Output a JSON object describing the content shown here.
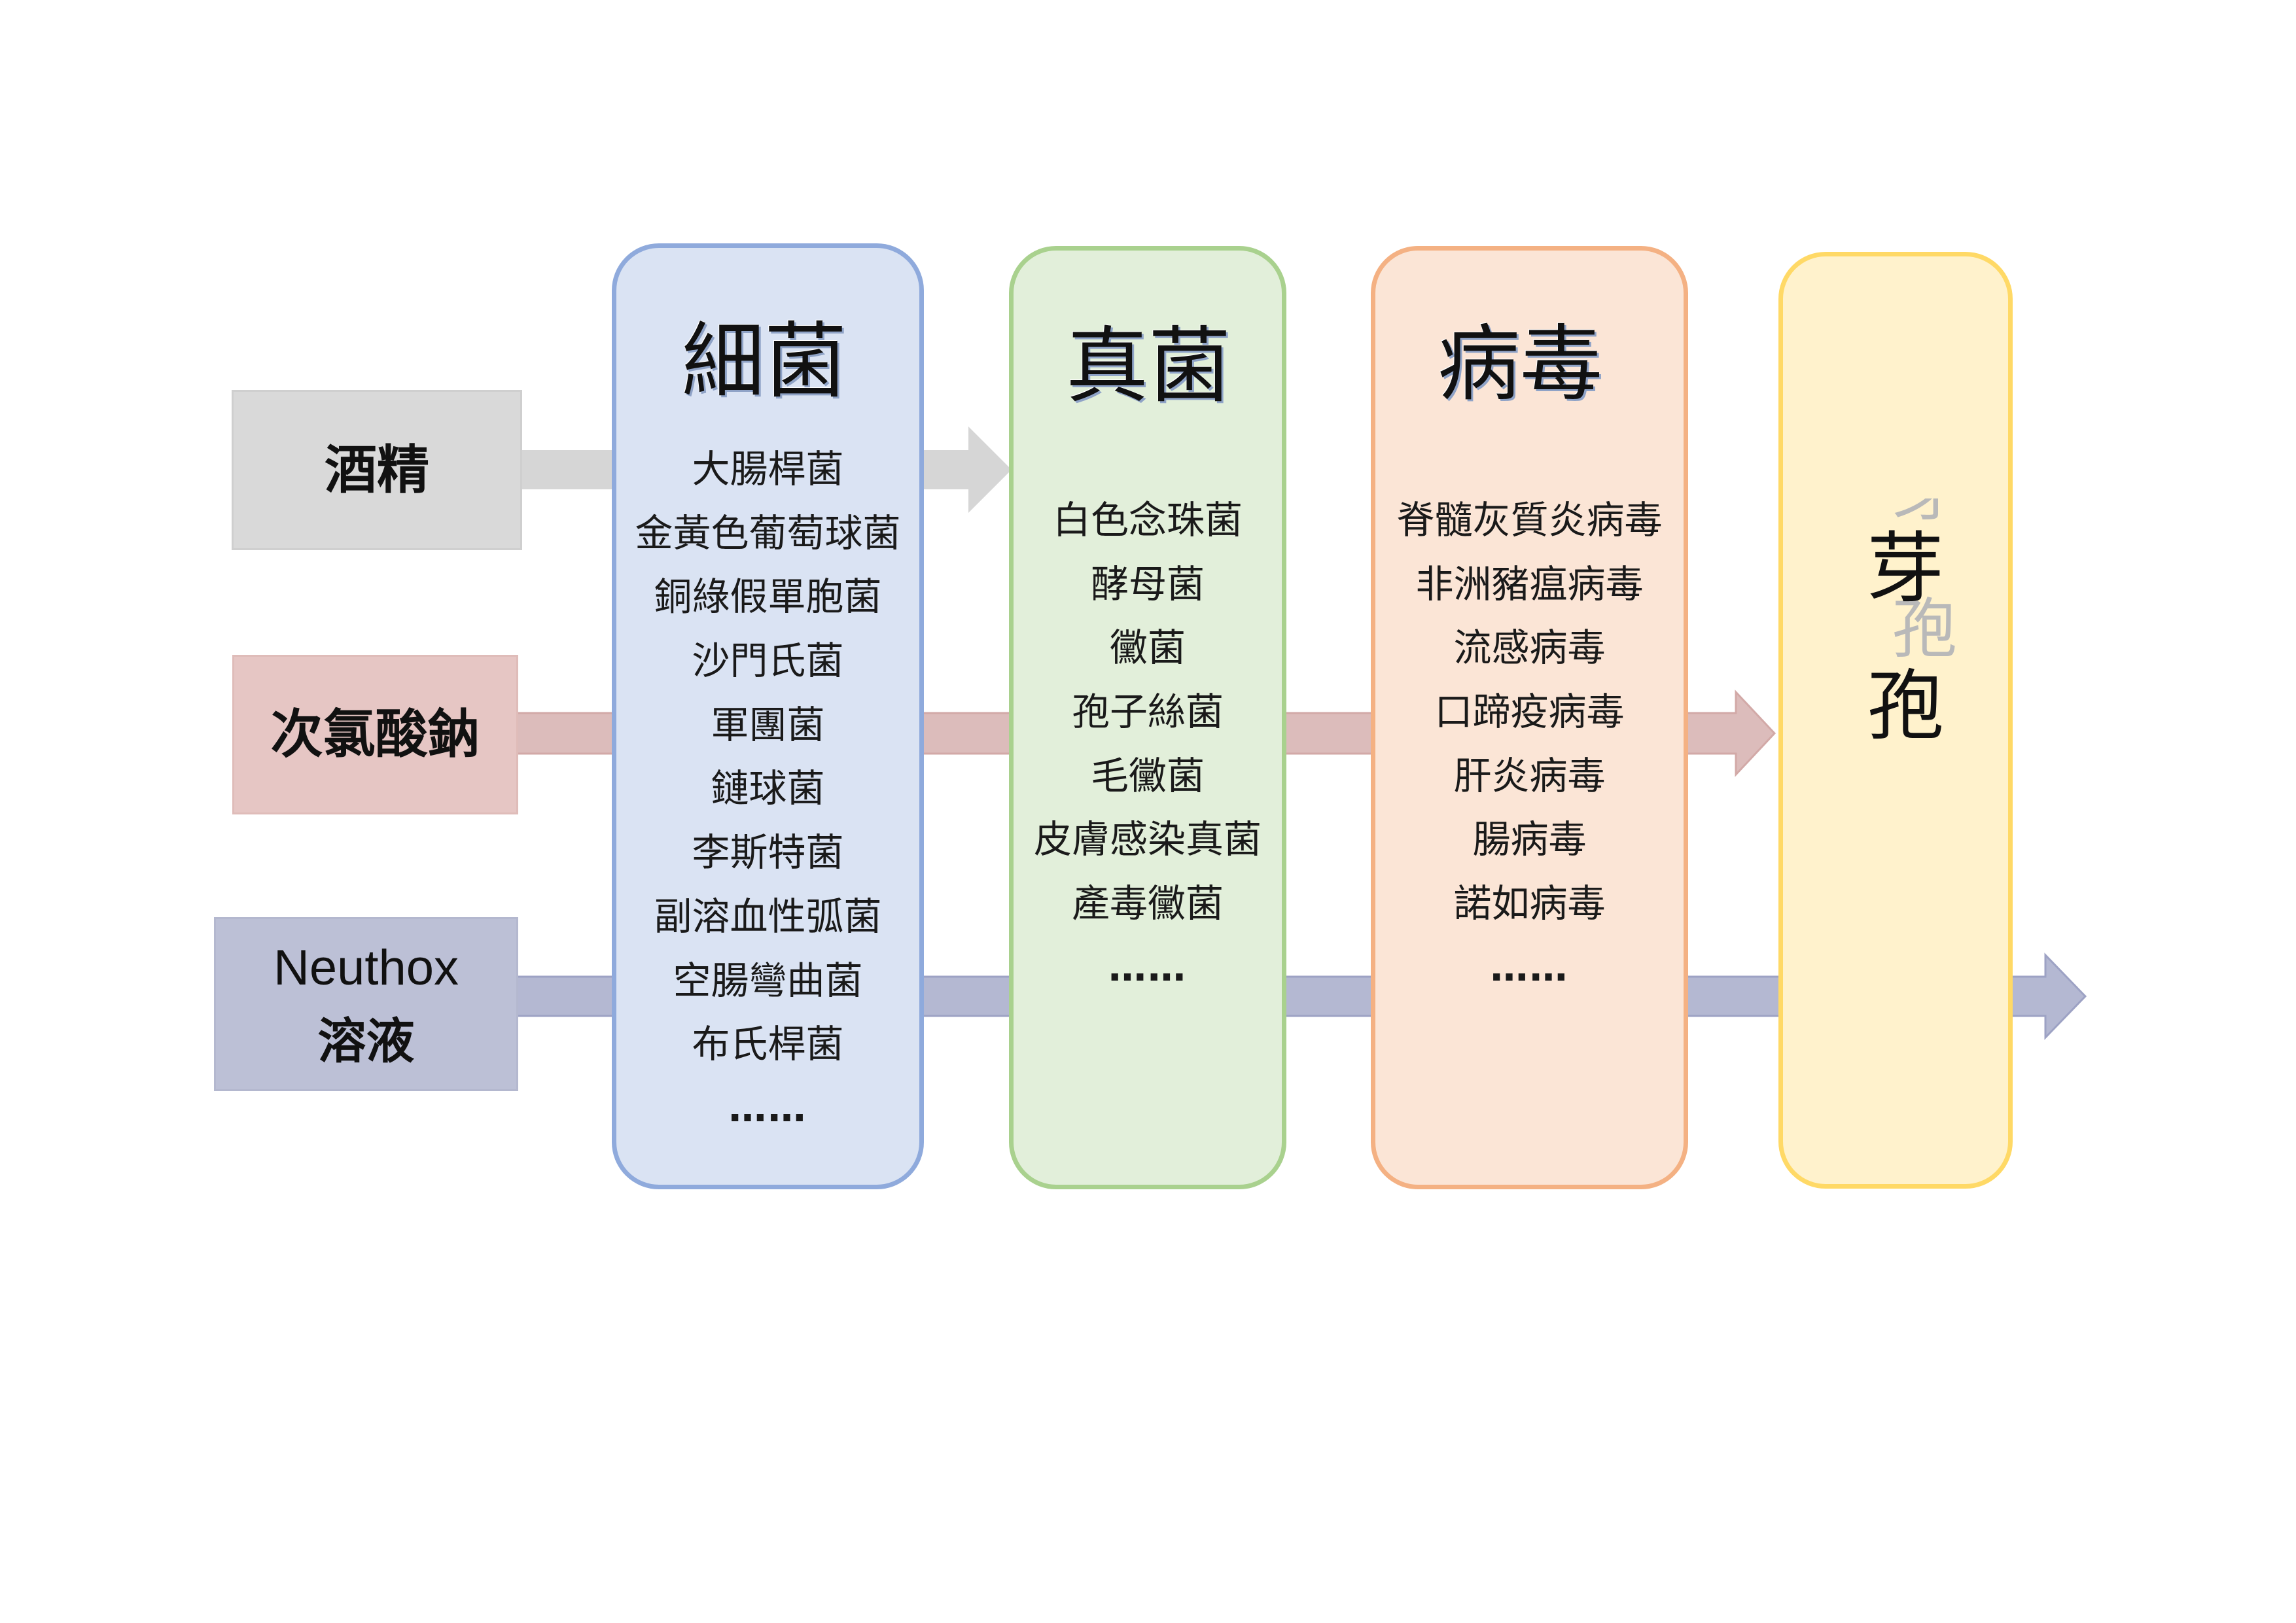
{
  "agents": [
    {
      "label": "酒精",
      "color": "#d9d9d9"
    },
    {
      "label": "次氯酸鈉",
      "color": "#e6c6c4"
    },
    {
      "label_line1": "Neuthox",
      "label_line2": "溶液",
      "color": "#bcc0d6"
    }
  ],
  "categories": [
    {
      "title": "細菌",
      "fill": "#dae3f3",
      "border": "#8faadc",
      "items": [
        "大腸桿菌",
        "金黃色葡萄球菌",
        "銅綠假單胞菌",
        "沙門氏菌",
        "軍團菌",
        "鏈球菌",
        "李斯特菌",
        "副溶血性弧菌",
        "空腸彎曲菌",
        "布氏桿菌",
        "……"
      ]
    },
    {
      "title": "真菌",
      "fill": "#e2efda",
      "border": "#a9d18e",
      "items": [
        "白色念珠菌",
        "酵母菌",
        "黴菌",
        "孢子絲菌",
        "毛黴菌",
        "皮膚感染真菌",
        "產毒黴菌",
        "……"
      ]
    },
    {
      "title": "病毒",
      "fill": "#fbe5d6",
      "border": "#f4b183",
      "items": [
        "脊髓灰質炎病毒",
        "非洲豬瘟病毒",
        "流感病毒",
        "口蹄疫病毒",
        "肝炎病毒",
        "腸病毒",
        "諾如病毒",
        "……"
      ]
    },
    {
      "title_char1": "芽",
      "title_char2": "孢",
      "fill": "#fff2cc",
      "border": "#ffd966"
    }
  ],
  "colors": {
    "alcohol_arrow": "#d6d6d6",
    "sodium_arrow": "#dcbcbb",
    "neuthox_arrow": "#b4b8d2"
  }
}
